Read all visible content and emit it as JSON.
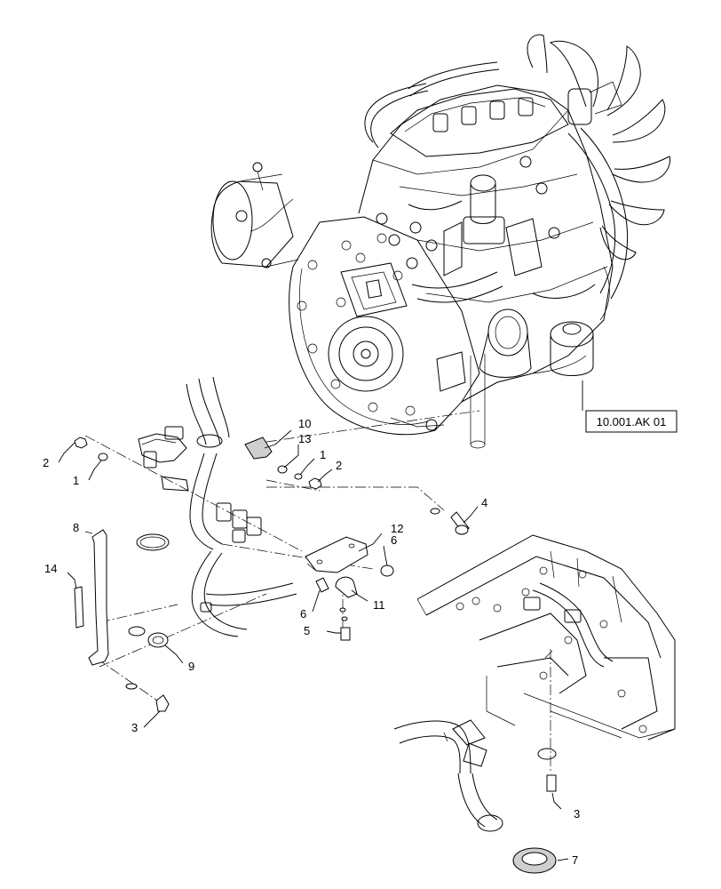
{
  "reference_box": {
    "label": "10.001.AK 01"
  },
  "callouts": [
    {
      "id": "c2a",
      "label": "2"
    },
    {
      "id": "c1a",
      "label": "1"
    },
    {
      "id": "c10",
      "label": "10"
    },
    {
      "id": "c13",
      "label": "13"
    },
    {
      "id": "c1b",
      "label": "1"
    },
    {
      "id": "c2b",
      "label": "2"
    },
    {
      "id": "c4",
      "label": "4"
    },
    {
      "id": "c8",
      "label": "8"
    },
    {
      "id": "c12",
      "label": "12"
    },
    {
      "id": "c6a",
      "label": "6"
    },
    {
      "id": "c14",
      "label": "14"
    },
    {
      "id": "c6b",
      "label": "6"
    },
    {
      "id": "c11",
      "label": "11"
    },
    {
      "id": "c5",
      "label": "5"
    },
    {
      "id": "c9",
      "label": "9"
    },
    {
      "id": "c3a",
      "label": "3"
    },
    {
      "id": "c3b",
      "label": "3"
    },
    {
      "id": "c7",
      "label": "7"
    }
  ]
}
